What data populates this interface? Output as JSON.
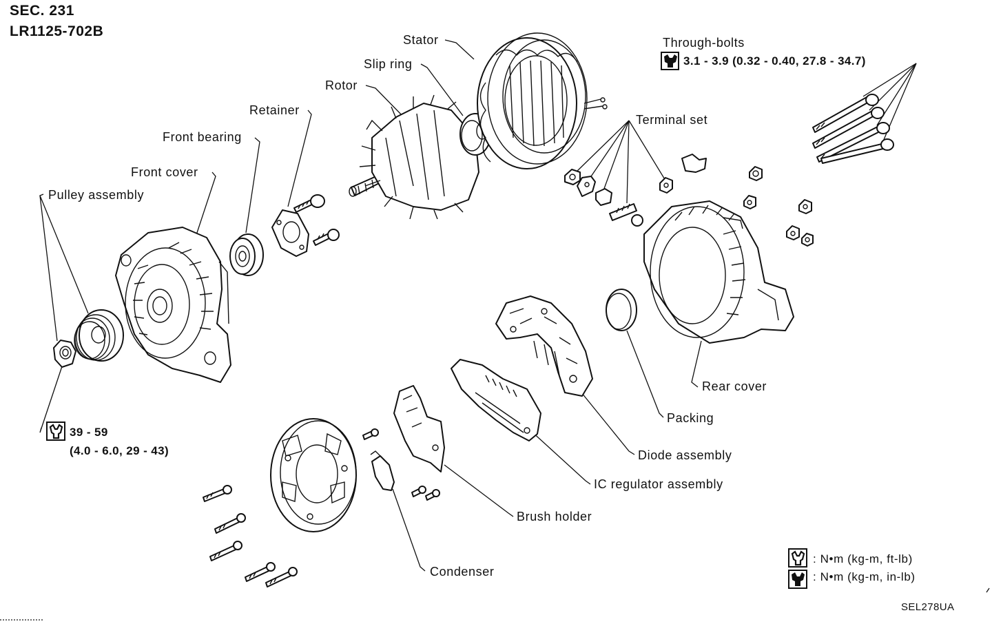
{
  "header": {
    "section": "SEC. 231",
    "model": "LR1125-702B"
  },
  "labels": {
    "stator": "Stator",
    "slip_ring": "Slip ring",
    "rotor": "Rotor",
    "retainer": "Retainer",
    "front_bearing": "Front bearing",
    "front_cover": "Front cover",
    "pulley_assembly": "Pulley assembly",
    "through_bolts": "Through-bolts",
    "terminal_set": "Terminal set",
    "rear_cover": "Rear cover",
    "packing": "Packing",
    "diode_assembly": "Diode assembly",
    "ic_regulator_assembly": "IC regulator assembly",
    "brush_holder": "Brush holder",
    "condenser": "Condenser"
  },
  "torque": {
    "through_bolts": "3.1 - 3.9 (0.32 - 0.40, 27.8 - 34.7)",
    "pulley_line1": "39 - 59",
    "pulley_line2": "(4.0 - 6.0, 29 - 43)"
  },
  "legend": {
    "open_wrench": ": N•m (kg-m, ft-lb)",
    "filled_wrench": ": N•m (kg-m, in-lb)"
  },
  "figure_code": "SEL278UA",
  "icons": [
    "torque-wrench-open-icon",
    "torque-wrench-filled-icon"
  ]
}
